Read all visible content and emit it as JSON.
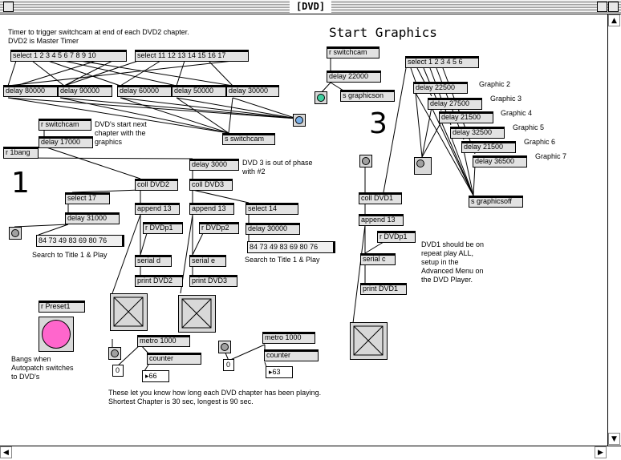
{
  "window": {
    "title": "[DVD]",
    "close_icon": "close-box-icon",
    "zoom_icons": [
      "zoom-box-icon",
      "collapse-box-icon"
    ]
  },
  "comments": {
    "timer_line1": "Timer to trigger switchcam at end of each DVD2 chapter.",
    "timer_line2": "DVD2 is Master Timer",
    "start_graphics": "Start Graphics",
    "dvd_start_next": "DVD's start next\nchapter with the\ngraphics",
    "dvd3_phase": "DVD 3 is out of phase\nwith #2",
    "search_1": "Search to Title 1 & Play",
    "search_2": "Search to Title 1 & Play",
    "bangs_when": "Bangs when\nAutopatch switches\nto DVD's",
    "dvd1_note": "DVD1 should be on\nrepeat play ALL,\nsetup in the\nAdvanced Menu on\nthe DVD Player.",
    "chapter_note": "These let you know how long each DVD chapter has been playing.\nShortest Chapter is 30 sec, longest is 90 sec.",
    "graphic_labels": [
      "Graphic 2",
      "Graphic 3",
      "Graphic 4",
      "Graphic 5",
      "Graphic 6",
      "Graphic 7"
    ],
    "big_1": "1",
    "big_3": "3"
  },
  "objects": {
    "select_a": "select 1 2 3 4 5 6 7 8 9 10",
    "select_b": "select 11 12 13 14 15 16 17",
    "delay_80000": "delay 80000",
    "delay_90000": "delay 90000",
    "delay_60000": "delay 60000",
    "delay_50000": "delay 50000",
    "delay_30000a": "delay 30000",
    "r_switchcam_top": "r switchcam",
    "delay_22000": "delay 22000",
    "s_graphicson": "s graphicson",
    "select_g": "select 1 2 3 4 5 6",
    "delay_22500": "delay 22500",
    "delay_27500": "delay 27500",
    "delay_21500a": "delay 21500",
    "delay_32500": "delay 32500",
    "delay_21500b": "delay 21500",
    "delay_36500": "delay 36500",
    "s_graphicsoff": "s graphicsoff",
    "r_switchcam_left": "r switchcam",
    "delay_17000": "delay 17000",
    "s_switchcam": "s switchcam",
    "r_1bang": "r 1bang",
    "delay_3000": "delay 3000",
    "coll_dvd2": "coll DVD2",
    "coll_dvd3": "coll DVD3",
    "select_17": "select 17",
    "append_13a": "append 13",
    "append_13b": "append 13",
    "select_14": "select 14",
    "delay_31000": "delay 31000",
    "r_dvdp1a": "r DVDp1",
    "r_dvdp2": "r DVDp2",
    "delay_30000b": "delay 30000",
    "serial_d": "serial d",
    "serial_e": "serial e",
    "print_dvd2": "print DVD2",
    "print_dvd3": "print DVD3",
    "r_preset1": "r Preset1",
    "metro_a": "metro 1000",
    "metro_b": "metro 1000",
    "counter_a": "counter",
    "counter_b": "counter",
    "coll_dvd1": "coll DVD1",
    "append_13c": "append 13",
    "r_dvdp1b": "r DVDp1",
    "serial_c": "serial c",
    "print_dvd1": "print DVD1"
  },
  "messages": {
    "search_a": "84 73 49 83 69 80 76",
    "search_b": "84 73 49 83 69 80 76"
  },
  "numbers": {
    "zero_a": "0",
    "val_a": "66",
    "zero_b": "0",
    "val_b": "63"
  },
  "colors": {
    "preset_button": "#ff66cc",
    "green_bang": "#40d0a0",
    "blue_bang": "#7ab0e8"
  },
  "scroll": {
    "up_arrow": "▲",
    "down_arrow": "▼",
    "left_arrow": "◀",
    "right_arrow": "▶"
  }
}
